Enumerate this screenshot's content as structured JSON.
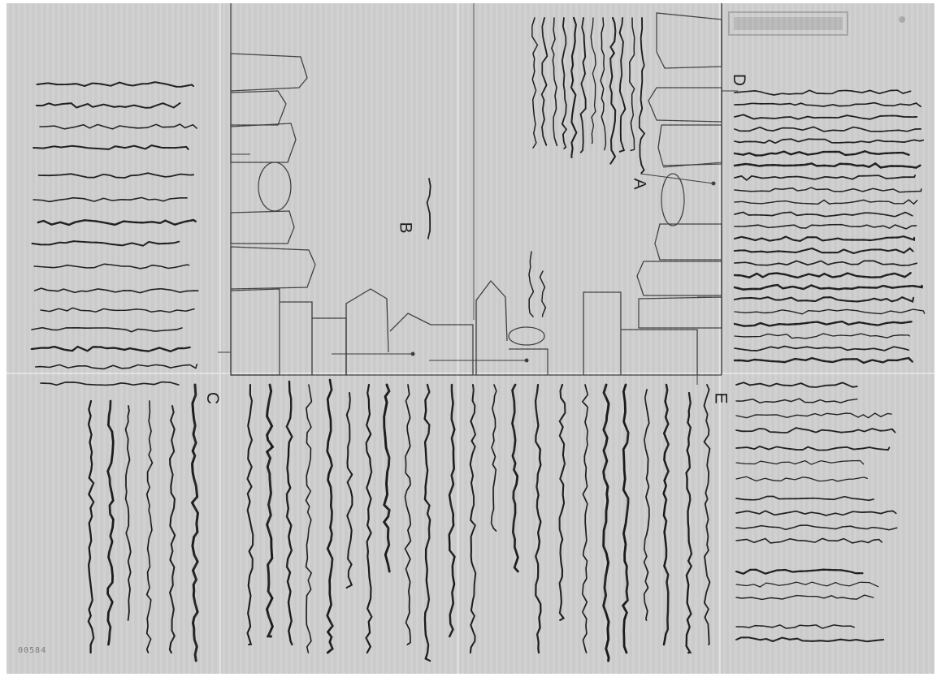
{
  "document": {
    "catalog_number": "00584",
    "point_labels": {
      "A": "A",
      "B": "B",
      "C": "C",
      "D": "D",
      "E": "E"
    }
  }
}
